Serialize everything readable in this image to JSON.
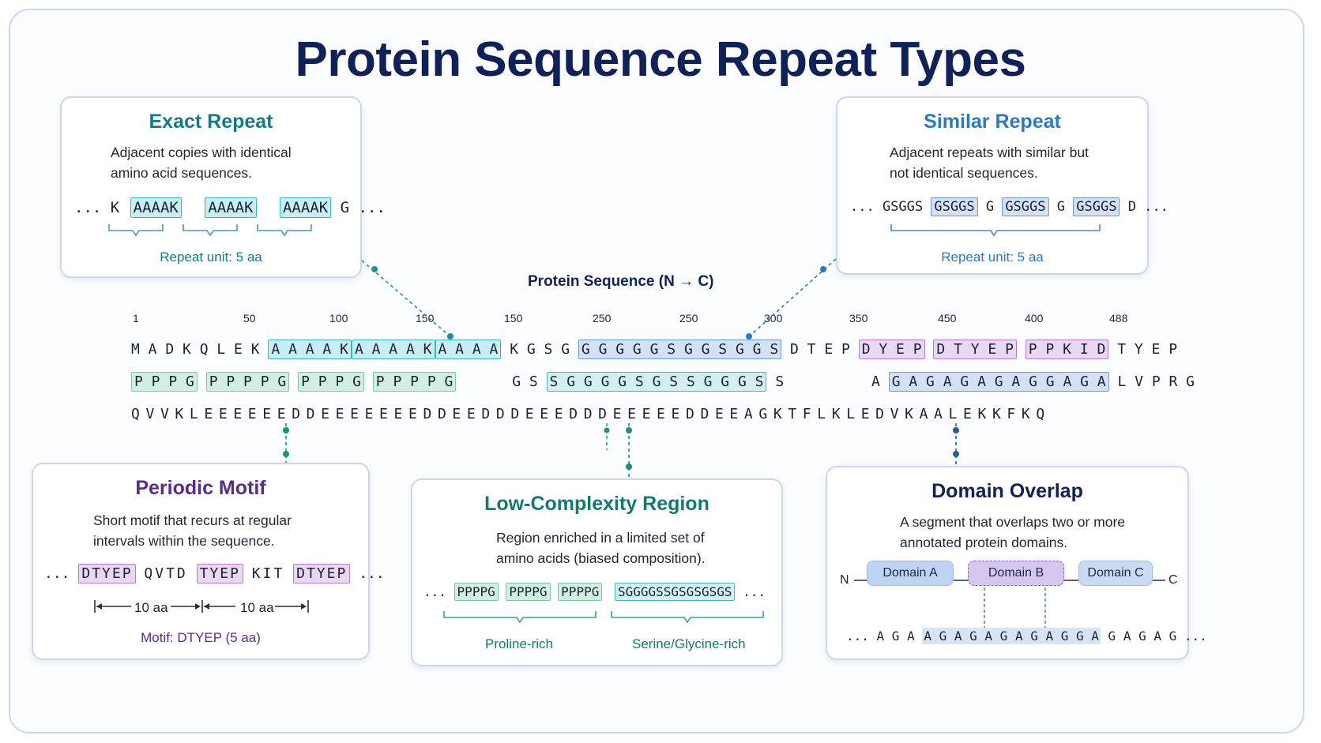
{
  "title": "Protein Sequence Repeat Types",
  "exact_repeat": {
    "title": "Exact Repeat",
    "desc1": "Adjacent copies with identical",
    "desc2": "amino acid sequences.",
    "pre": "... K",
    "units": [
      "AAAAK",
      "AAAAK",
      "AAAAK"
    ],
    "post": "G ...",
    "foot": "Repeat unit: 5 aa"
  },
  "similar_repeat": {
    "title": "Similar Repeat",
    "desc1": "Adjacent repeats with similar but",
    "desc2": "not identical sequences.",
    "pre": "... GSGGS",
    "units": [
      "GSGGS",
      "GSGGS",
      "GSGGS"
    ],
    "seps": [
      "G",
      "G"
    ],
    "post": "D ...",
    "foot": "Repeat unit: 5 aa"
  },
  "center": {
    "label": "Protein Sequence (N → C)",
    "ruler": [
      "1",
      "50",
      "100",
      "150",
      "150",
      "250",
      "250",
      "300",
      "350",
      "450",
      "400",
      "488"
    ],
    "row1": {
      "a": "M A D K Q L E K",
      "b1": "A A A A K",
      "b2": "A A A A K",
      "b3": "A A A A",
      "c": "K G S G",
      "d": "G G G G G S G G S G G S",
      "e": "D T E P",
      "f1": "D Y E P",
      "f2": "D T Y E P",
      "f3": "P P K I D",
      "g": "T Y E P"
    },
    "row2": {
      "g1": "P P P G",
      "g2": "P P P P G",
      "g3": "P P P G",
      "g4": "P P P P G",
      "m": "G S",
      "t": "S G G G G S G S S G G G S",
      "n": "S",
      "p": "A",
      "q": "G A G A G A G A G G A G A",
      "r": "L V P R G"
    },
    "row3": "Q V V K L E E E E E E D D E E E E E E E D D E E D D D E E E D D D E E E E E D D E E A G K T F L K L E D V K A A L E K K F K Q"
  },
  "periodic_motif": {
    "title": "Periodic Motif",
    "desc1": "Short motif that recurs at regular",
    "desc2": "intervals within the sequence.",
    "pre": "...",
    "m1": "DTYEP",
    "s1": "QVTD",
    "m2": "TYEP",
    "s2": "KIT",
    "m3": "DTYEP",
    "post": "...",
    "gap1": "10 aa",
    "gap2": "10 aa",
    "foot": "Motif: DTYEP (5 aa)"
  },
  "low_complexity": {
    "title": "Low-Complexity Region",
    "desc1": "Region enriched in a limited set of",
    "desc2": "amino acids (biased composition).",
    "pre": "...",
    "p1": "PPPPG",
    "p2": "PPPPG",
    "p3": "PPPPG",
    "s": "SGGGGSSGSGSGSGS",
    "post": "...",
    "label1": "Proline-rich",
    "label2": "Serine/Glycine-rich"
  },
  "domain_overlap": {
    "title": "Domain Overlap",
    "desc1": "A segment that overlaps two or more",
    "desc2": "annotated protein domains.",
    "n": "N",
    "c": "C",
    "domains": [
      "Domain A",
      "Domain B",
      "Domain C"
    ],
    "seq_pre": "... A G A",
    "seq_mid": "A G A G A G A G A G G A",
    "seq_post": "G A G A G ..."
  },
  "colors": {
    "exact": "#137b84",
    "similar": "#2a78c6",
    "periodic": "#5b2a8f",
    "lowcomp": "#127b6d",
    "overlap": "#10215a"
  }
}
